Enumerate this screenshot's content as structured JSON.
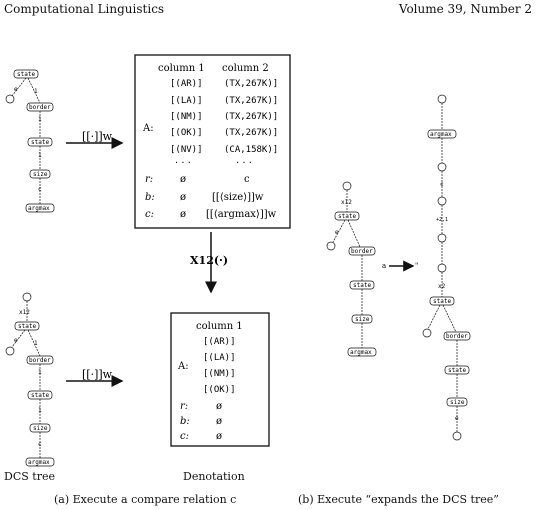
{
  "header": {
    "left": "Computational Linguistics",
    "right": "Volume 39, Number 2"
  },
  "tree_a": {
    "nodes": [
      "state",
      "border",
      "state",
      "size",
      "argmax"
    ],
    "edges": [
      "1",
      "1",
      "1",
      "1",
      "c"
    ],
    "edge_top_left": "e"
  },
  "tree_c": {
    "nodes": [
      "state",
      "border",
      "state",
      "size",
      "argmax"
    ],
    "edges": [
      "1",
      "1",
      "1",
      "1",
      "c"
    ],
    "mark": "x12",
    "edge_left": "e"
  },
  "tree_b_left": {
    "nodes": [
      "state",
      "border",
      "state",
      "size",
      "argmax"
    ],
    "mark": "x12",
    "edge_left": "e"
  },
  "tree_b_right": {
    "nodes": [
      "argmax",
      "state",
      "border",
      "state",
      "size"
    ],
    "labels": [
      "c",
      "+2,1",
      "x2",
      "e"
    ]
  },
  "op_top": "[[·]]w",
  "op_bottom": "[[·]]w",
  "op_mid": "X12(·)",
  "arrow_b_left": "a",
  "arrow_b_right": "\"",
  "denot_top": {
    "A_label": "A:",
    "col1": "column 1",
    "col2": "column 2",
    "rows": [
      [
        "[(AR)]",
        "(TX,267K)]"
      ],
      [
        "[(LA)]",
        "(TX,267K)]"
      ],
      [
        "[(NM)]",
        "(TX,267K)]"
      ],
      [
        "[(OK)]",
        "(TX,267K)]"
      ],
      [
        "[(NV)]",
        "(CA,158K)]"
      ]
    ],
    "dots": "· · ·",
    "r": {
      "label": "r:",
      "c1": "ø",
      "c2": "c"
    },
    "b": {
      "label": "b:",
      "c1": "ø",
      "c2": "[[⟨size⟩]]w"
    },
    "c": {
      "label": "c:",
      "c1": "ø",
      "c2": "[[⟨argmax⟩]]w"
    }
  },
  "denot_bottom": {
    "A_label": "A:",
    "col1": "column 1",
    "rows": [
      "[(AR)]",
      "[(LA)]",
      "[(NM)]",
      "[(OK)]"
    ],
    "r": {
      "label": "r:",
      "c1": "ø"
    },
    "b": {
      "label": "b:",
      "c1": "ø"
    },
    "c": {
      "label": "c:",
      "c1": "ø"
    }
  },
  "labels": {
    "dcs_tree": "DCS tree",
    "denotation": "Denotation"
  },
  "captions": {
    "a": "(a) Execute a compare relation c",
    "b": "(b) Execute “expands the DCS tree”"
  }
}
